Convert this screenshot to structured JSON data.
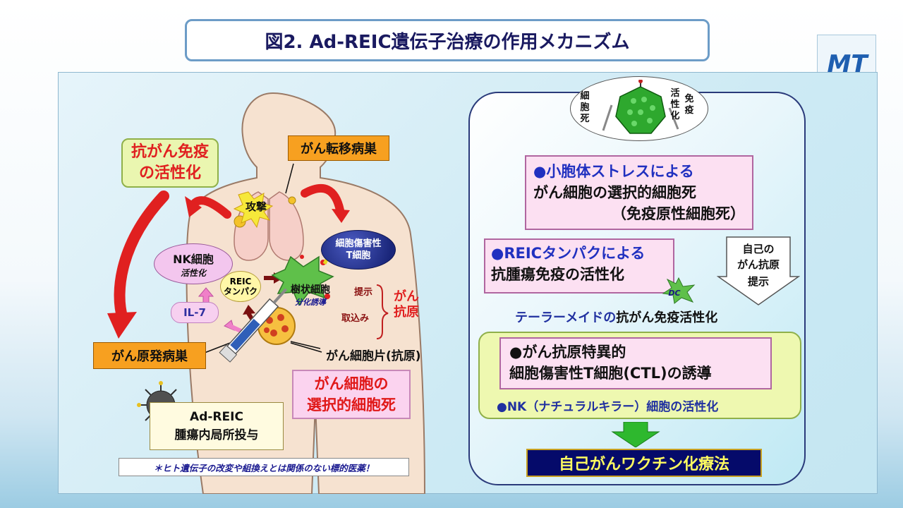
{
  "title": "図2. Ad-REIC遺伝子治療の作用メカニズム",
  "logo": "MT",
  "left": {
    "immune_activation_line1": "抗がん免疫",
    "immune_activation_line2": "の活性化",
    "metastasis": "がん転移病巣",
    "attack": "攻撃",
    "nk_cell": "NK細胞",
    "nk_activation": "活性化",
    "reic_line1": "REIC",
    "reic_line2": "タンパク",
    "il7": "IL-7",
    "dendritic_line1": "樹状細胞",
    "dendritic_line2": "分化誘導",
    "tcell_line1": "細胞傷害性",
    "tcell_line2": "T細胞",
    "present": "提示",
    "uptake": "取込み",
    "antigen_line1": "がん",
    "antigen_line2": "抗原",
    "primary_lesion": "がん原発病巣",
    "fragment": "がん細胞片(抗原)",
    "selective_line1": "がん細胞の",
    "selective_line2": "選択的細胞死",
    "adreic_line1": "Ad-REIC",
    "adreic_line2": "腫瘍内局所投与",
    "note": "＊ヒト遺伝子の改変や組換えとは関係のない標的医薬！"
  },
  "right": {
    "virus_left": [
      "細",
      "胞",
      "死"
    ],
    "virus_right1": [
      "活",
      "性",
      "化"
    ],
    "virus_right2": [
      "免",
      "疫"
    ],
    "stress_line1": "●小胞体ストレスによる",
    "stress_line2": "がん細胞の選択的細胞死",
    "stress_line3": "（免疫原性細胞死）",
    "reic_line1": "●REICタンパクによる",
    "reic_line2": "抗腫瘍免疫の活性化",
    "dc": "DC",
    "self_antigen_line1": "自己の",
    "self_antigen_line2": "がん抗原",
    "self_antigen_line3": "提示",
    "tailor_pre": "テーラーメイドの",
    "tailor_main": "抗がん免疫活性化",
    "ctl_line1": "●がん抗原特異的",
    "ctl_line2": "細胞傷害性T細胞(CTL)の誘導",
    "nk_act": "●NK（ナチュラルキラー）細胞の活性化",
    "vaccine": "自己がんワクチン化療法"
  },
  "colors": {
    "accent_red": "#e02020",
    "navy": "#050a6a",
    "orange": "#f7a020",
    "blue_text": "#2030a0"
  }
}
